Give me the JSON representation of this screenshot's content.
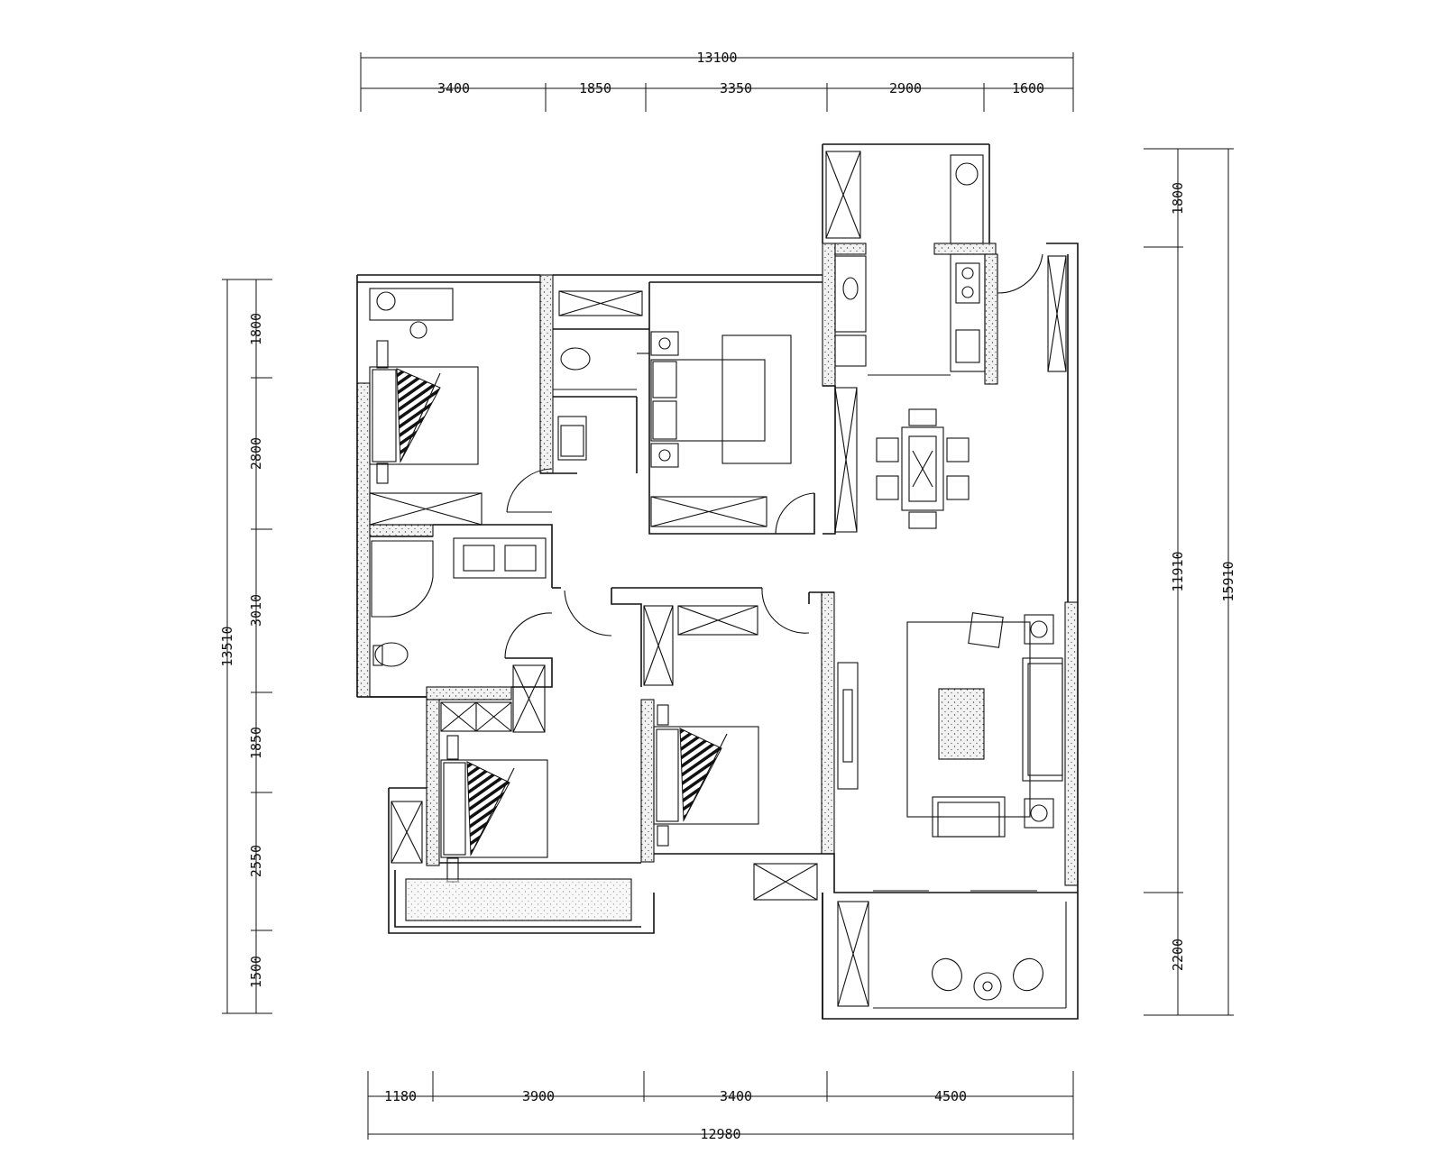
{
  "dimensions": {
    "top_total": "13100",
    "top_segments": [
      "3400",
      "1850",
      "3350",
      "2900",
      "1600"
    ],
    "bottom_segments": [
      "1180",
      "3900",
      "3400",
      "4500"
    ],
    "bottom_total": "12980",
    "left_total": "13510",
    "left_segments": [
      "1800",
      "2800",
      "3010",
      "1850",
      "2550",
      "1500"
    ],
    "right_inner_segments": [
      "1800",
      "11910",
      "2200"
    ],
    "right_total": "15910"
  },
  "colors": {
    "line": "#111111",
    "background": "#ffffff"
  }
}
